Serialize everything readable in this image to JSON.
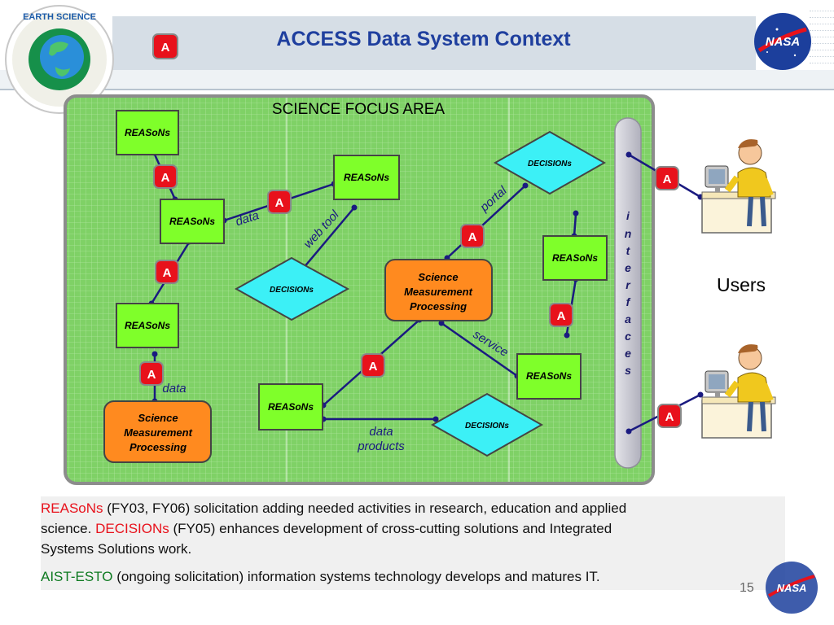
{
  "slide": {
    "title": "ACCESS Data System Context",
    "title_badge": "A",
    "page_number": "15",
    "logos": {
      "earth_science_text": "EARTH SCIENCE",
      "nasa_text": "NASA"
    }
  },
  "diagram": {
    "area_label": "SCIENCE FOCUS AREA",
    "interfaces_label": [
      "i",
      "n",
      "t",
      "e",
      "r",
      "f",
      "a",
      "c",
      "e",
      "s"
    ],
    "users_label": "Users",
    "badge": "A",
    "reasons_label": "REASoNs",
    "decisions_label": "DECISIONs",
    "processing_lines": [
      "Science",
      "Measurement",
      "Processing"
    ],
    "edge_labels": {
      "data_top": "data",
      "web_tool": "web tool",
      "portal": "portal",
      "service": "service",
      "data_bottom": "data",
      "data_products_1": "data",
      "data_products_2": "products"
    }
  },
  "text": {
    "line1_red": "REASoNs",
    "line1_rest": " (FY03, FY06) solicitation adding needed activities in research, education and applied",
    "line2_start": "science.  ",
    "line2_red": "DECISIONs",
    "line2_rest": " (FY05) enhances development of cross-cutting solutions and Integrated",
    "line3": "Systems Solutions work.",
    "line4_green": "AIST-ESTO",
    "line4_rest": " (ongoing solicitation) information systems technology develops and matures IT."
  },
  "colors": {
    "title": "#1f3f9e",
    "grid_bg": "#7fd166",
    "reasons": "#7fff2a",
    "decisions": "#3cf0f6",
    "processing": "#ff8a1f",
    "badge": "#e8111b",
    "interfaces": "#c9c9d2"
  }
}
